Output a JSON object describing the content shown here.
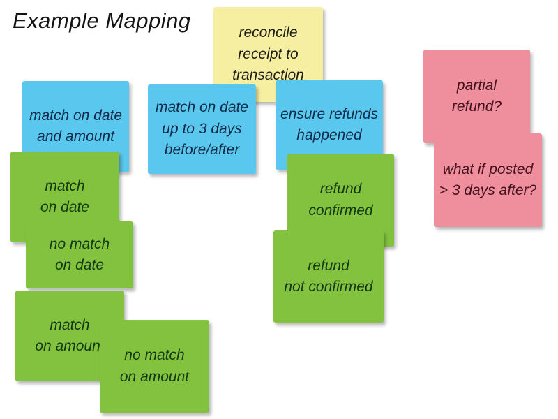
{
  "slide": {
    "title": "Example Mapping",
    "background": "#ffffff"
  },
  "palette": {
    "yellow_story": "#f6efa2",
    "blue_rule": "#5ac8ee",
    "green_example": "#82c23e",
    "pink_question": "#ef8f9e"
  },
  "notes": [
    {
      "id": "reconcile",
      "color": "yellow",
      "text": "reconcile\nreceipt to\ntransaction"
    },
    {
      "id": "match-date-amt",
      "color": "blue",
      "text": "match on date\nand amount"
    },
    {
      "id": "match-3days",
      "color": "blue",
      "text": "match on date\nup to 3 days\nbefore/after"
    },
    {
      "id": "ensure-refunds",
      "color": "blue",
      "text": "ensure refunds\nhappened"
    },
    {
      "id": "partial-refund",
      "color": "pink",
      "text": "partial\nrefund?"
    },
    {
      "id": "posted-3days",
      "color": "pink",
      "text": "what if posted\n> 3 days after?"
    },
    {
      "id": "match-date",
      "color": "green",
      "text": "match\non date"
    },
    {
      "id": "nomatch-date",
      "color": "green",
      "text": "no match\non date"
    },
    {
      "id": "match-amount",
      "color": "green",
      "text": "match\non amount"
    },
    {
      "id": "nomatch-amount",
      "color": "green",
      "text": "no match\non amount"
    },
    {
      "id": "refund-conf",
      "color": "green",
      "text": "refund\nconfirmed"
    },
    {
      "id": "refund-notconf",
      "color": "green",
      "text": "refund\nnot confirmed"
    }
  ]
}
